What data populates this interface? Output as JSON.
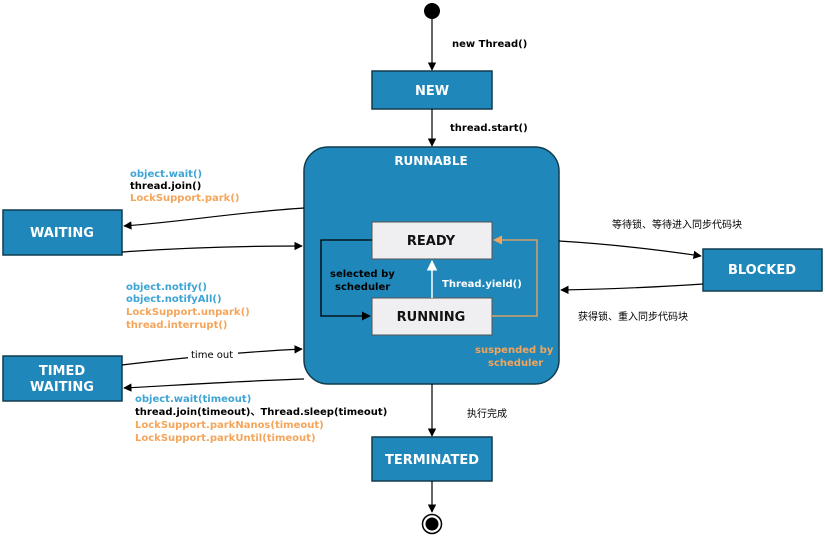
{
  "colors": {
    "state_fill": "#1f87b9",
    "state_border": "#123c4f",
    "inner_fill": "#efeef1",
    "blue_text": "#3ea4d5",
    "orange_text": "#f5a55a",
    "black_text": "#000000"
  },
  "states": {
    "new": "NEW",
    "runnable": "RUNNABLE",
    "ready": "READY",
    "running": "RUNNING",
    "waiting": "WAITING",
    "timed_waiting_line1": "TIMED",
    "timed_waiting_line2": "WAITING",
    "blocked": "BLOCKED",
    "terminated": "TERMINATED"
  },
  "transitions": {
    "new_thread": "new Thread()",
    "thread_start": "thread.start()",
    "selected_line1": "selected by",
    "selected_line2": "scheduler",
    "thread_yield": "Thread.yield()",
    "suspended_line1": "suspended by",
    "suspended_line2": "scheduler",
    "time_out": "time out",
    "finished": "执行完成",
    "wait_lock": "等待锁、等待进入同步代码块",
    "got_lock": "获得锁、重入同步代码块"
  },
  "to_waiting": [
    {
      "text": "object.wait()",
      "color": "blue"
    },
    {
      "text": "thread.join()",
      "color": "black"
    },
    {
      "text": "LockSupport.park()",
      "color": "orange"
    }
  ],
  "from_waiting": [
    {
      "text": "object.notify()",
      "color": "blue"
    },
    {
      "text": "object.notifyAll()",
      "color": "blue"
    },
    {
      "text": "LockSupport.unpark()",
      "color": "orange"
    },
    {
      "text": "thread.interrupt()",
      "color": "orange"
    }
  ],
  "to_timed_waiting": [
    {
      "text": "object.wait(timeout)",
      "color": "blue"
    },
    {
      "text": "thread.join(timeout)、Thread.sleep(timeout)",
      "color": "black"
    },
    {
      "text": "LockSupport.parkNanos(timeout)",
      "color": "orange"
    },
    {
      "text": "LockSupport.parkUntil(timeout)",
      "color": "orange"
    }
  ]
}
